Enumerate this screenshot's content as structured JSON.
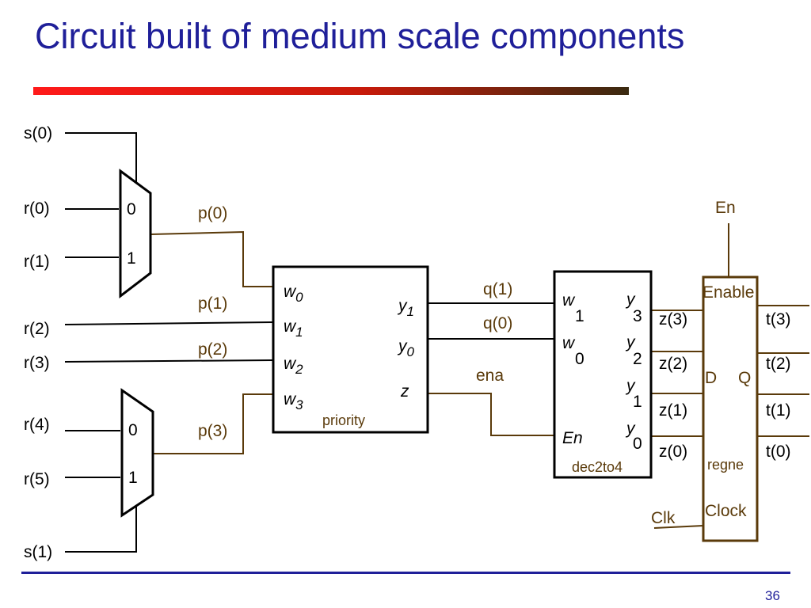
{
  "slide": {
    "title": "Circuit built of medium scale components",
    "page_number": "36"
  },
  "colors": {
    "title": "#1f1f99",
    "underline_start": "#ff1a1a",
    "underline_end": "#3a2a10",
    "wire_brown": "#5a3a0a",
    "footer_line": "#1f1f99"
  },
  "diagram": {
    "inputs": {
      "s0": "s(0)",
      "r0": "r(0)",
      "r1": "r(1)",
      "r2": "r(2)",
      "r3": "r(3)",
      "r4": "r(4)",
      "r5": "r(5)",
      "s1": "s(1)"
    },
    "mux_top": {
      "in0": "0",
      "in1": "1"
    },
    "mux_bottom": {
      "in0": "0",
      "in1": "1"
    },
    "signals": {
      "p0": "p(0)",
      "p1": "p(1)",
      "p2": "p(2)",
      "p3": "p(3)",
      "q1": "q(1)",
      "q0": "q(0)",
      "ena": "ena",
      "z3": "z(3)",
      "z2": "z(2)",
      "z1": "z(1)",
      "z0": "z(0)",
      "t3": "t(3)",
      "t2": "t(2)",
      "t1": "t(1)",
      "t0": "t(0)",
      "en": "En",
      "clk": "Clk"
    },
    "priority": {
      "name": "priority",
      "w_base": "w",
      "w_subs": [
        "0",
        "1",
        "2",
        "3"
      ],
      "y_base": "y",
      "y1_sub": "1",
      "y0_sub": "0",
      "z": "z"
    },
    "decoder": {
      "name": "dec2to4",
      "w_base": "w",
      "w_subs": [
        "1",
        "0"
      ],
      "y_base": "y",
      "y_subs": [
        "3",
        "2",
        "1",
        "0"
      ],
      "en": "En"
    },
    "register": {
      "name": "regne",
      "enable": "Enable",
      "d": "D",
      "q": "Q",
      "clock": "Clock"
    }
  }
}
